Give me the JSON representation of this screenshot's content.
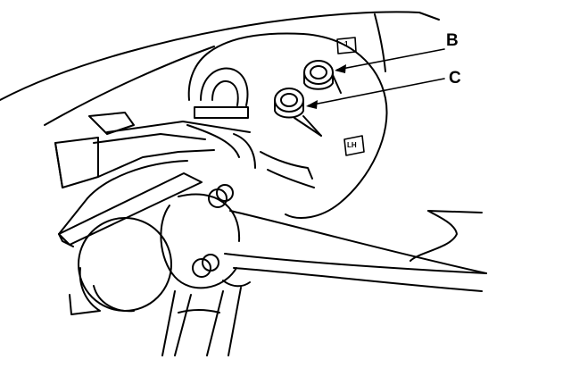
{
  "callouts": {
    "b": "B",
    "c": "C"
  },
  "tags": {
    "tag_1": "1",
    "tag_lh": "LH"
  },
  "colors": {
    "ink": "#000000",
    "paper": "#ffffff"
  }
}
